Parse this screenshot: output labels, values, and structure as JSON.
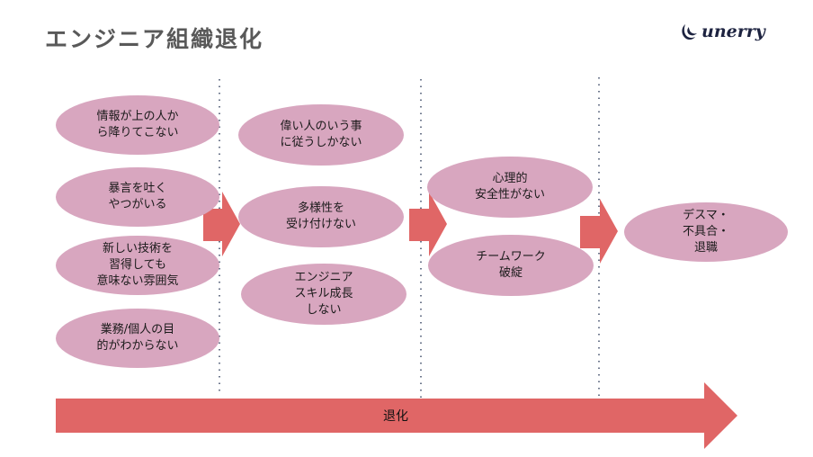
{
  "header": {
    "title": "エンジニア組織退化",
    "logo_text": "unerry"
  },
  "colors": {
    "ellipse_fill": "#d8a6bf",
    "arrow_fill": "#e06666",
    "divider": "#3d4a66",
    "title": "#595959"
  },
  "stages": [
    {
      "items": [
        {
          "text": "情報が上の人か\nら降りてこない"
        },
        {
          "text": "暴言を吐く\nやつがいる"
        },
        {
          "text": "新しい技術を\n習得しても\n意味ない雰囲気"
        },
        {
          "text": "業務/個人の目\n的がわからない"
        }
      ]
    },
    {
      "items": [
        {
          "text": "偉い人のいう事\nに従うしかない"
        },
        {
          "text": "多様性を\n受け付けない"
        },
        {
          "text": "エンジニア\nスキル成長\nしない"
        }
      ]
    },
    {
      "items": [
        {
          "text": "心理的\n安全性がない"
        },
        {
          "text": "チームワーク\n破綻"
        }
      ]
    },
    {
      "items": [
        {
          "text": "デスマ・\n不具合・\n退職"
        }
      ]
    }
  ],
  "timeline": {
    "label": "退化"
  }
}
